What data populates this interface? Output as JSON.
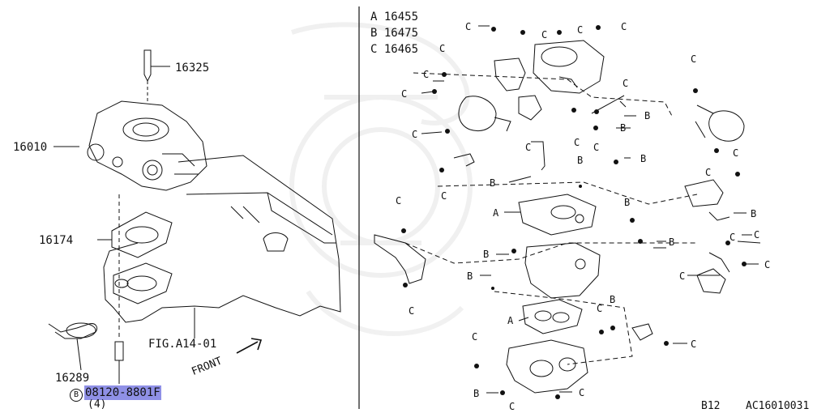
{
  "left": {
    "parts": {
      "p16325": "16325",
      "p16010": "16010",
      "p16174": "16174",
      "p16289": "16289",
      "part_no": "08120-8801F",
      "circle_letter": "B",
      "qty": "(4)"
    },
    "fig_ref": "FIG.A14-01",
    "front_label": "FRONT"
  },
  "legend": [
    {
      "key": "A",
      "part": "16455"
    },
    {
      "key": "B",
      "part": "16475"
    },
    {
      "key": "C",
      "part": "16465"
    }
  ],
  "callouts": {
    "A": "A",
    "B": "B",
    "C": "C"
  },
  "footer": {
    "code_left": "B12",
    "code_right": "AC16010031"
  },
  "colors": {
    "highlight": "#8f90e6",
    "line": "#111111"
  }
}
